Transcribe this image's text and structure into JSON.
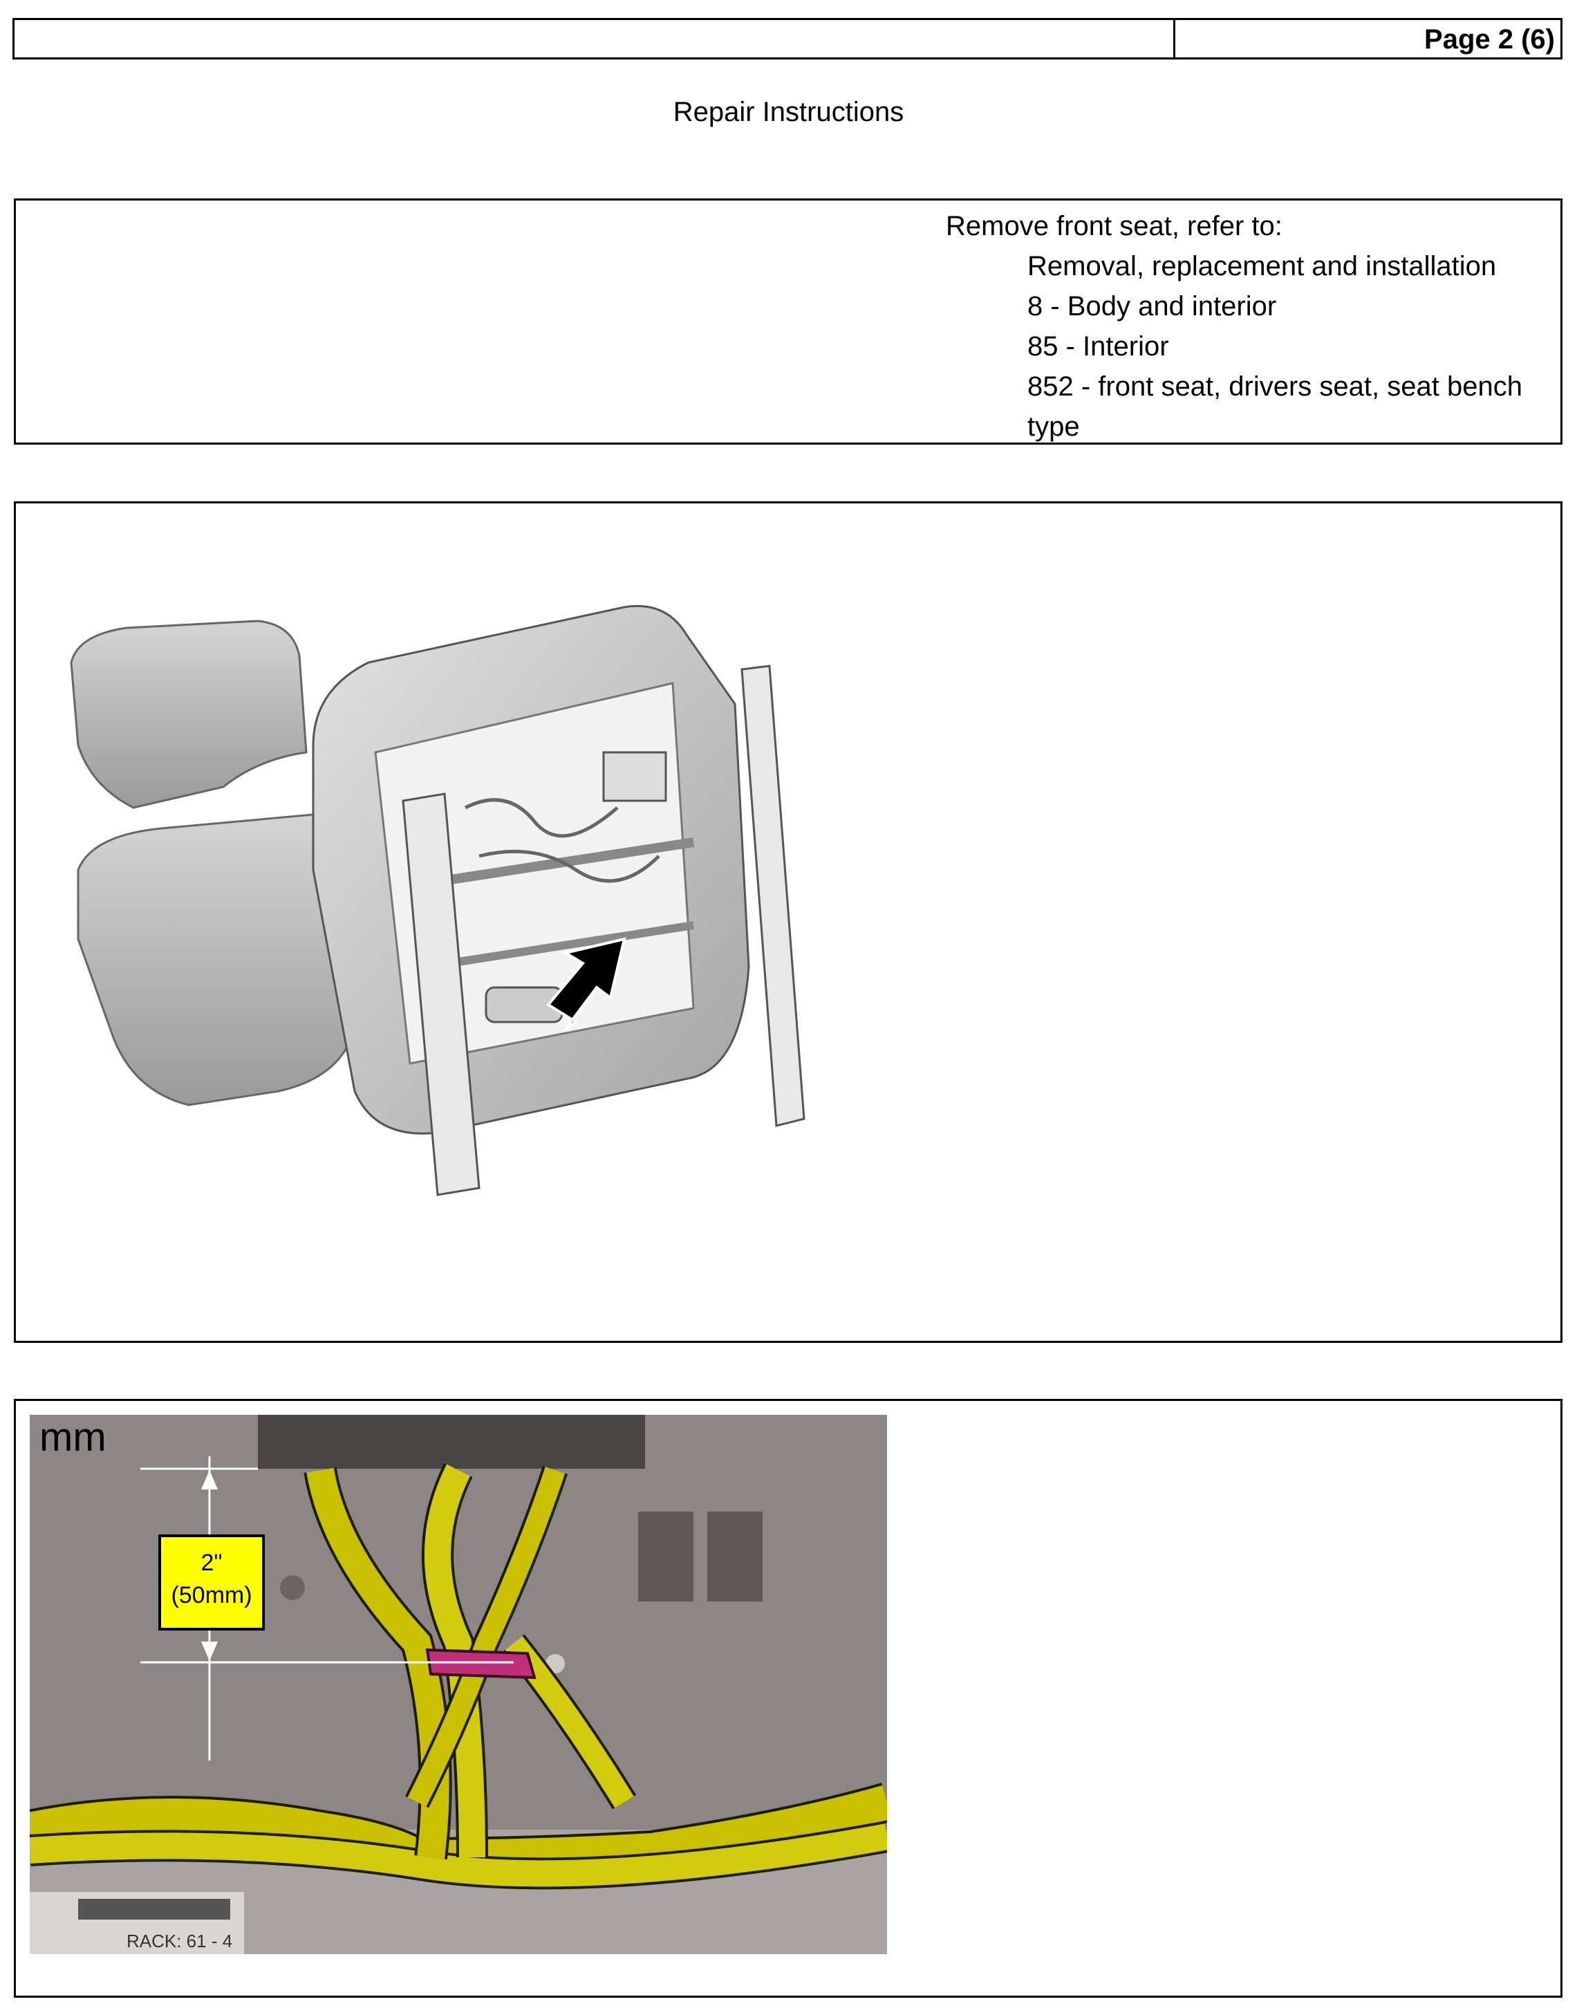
{
  "header": {
    "page": "Page 2 (6)"
  },
  "document": {
    "title": "Repair Instructions"
  },
  "step1": {
    "intro": "Remove front seat, refer to:",
    "refs": [
      "Removal, replacement and installation",
      "8 - Body and interior",
      "85 - Interior",
      "852 - front seat, drivers seat, seat bench",
      "type"
    ]
  },
  "figure2": {
    "unit_label": "mm",
    "dimension": {
      "line1": "2\"",
      "line2": "(50mm)"
    },
    "label_text": "RACK: 61 - 4",
    "colors": {
      "harness": "#c8c000",
      "clip": "#c0307a",
      "callout": "#ffff00"
    }
  }
}
